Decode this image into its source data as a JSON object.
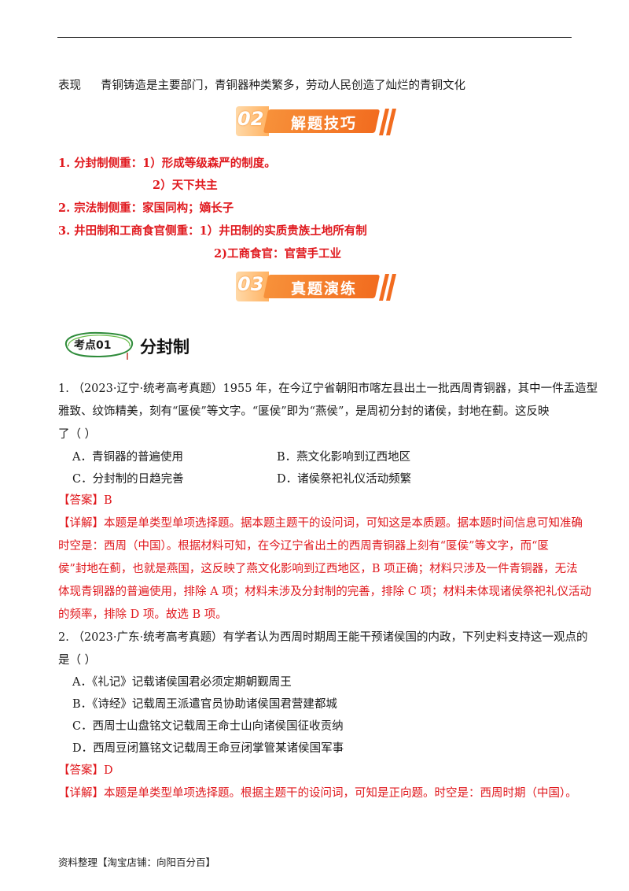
{
  "table_row": {
    "label": "表现",
    "text": "青铜铸造是主要部门，青铜器种类繁多，劳动人民创造了灿烂的青铜文化"
  },
  "banners": [
    {
      "num": "02",
      "title": "解题技巧"
    },
    {
      "num": "03",
      "title": "真题演练"
    }
  ],
  "tips": [
    "1.  分封制侧重：1）形成等级森严的制度。",
    "2）天下共主",
    "2.  宗法制侧重：家国同构；嫡长子",
    "3.  井田制和工商食官侧重：1）井田制的实质贵族土地所有制",
    "2)工商食官：官营手工业"
  ],
  "kaodian": {
    "badge": "考点01",
    "title": "分封制"
  },
  "q1": {
    "lines": [
      "1.  （2023·辽宁·统考高考真题）1955 年，在今辽宁省朝阳市喀左县出土一批西周青铜器，其中一件盂造型",
      "雅致、纹饰精美，刻有“匽侯”等文字。“匽侯”即为“燕侯”，是周初分封的诸侯，封地在蓟。这反映",
      "了（    ）"
    ],
    "options": [
      "A．青铜器的普遍使用",
      "B．燕文化影响到辽西地区",
      "C．分封制的日趋完善",
      "D．诸侯祭祀礼仪活动频繁"
    ],
    "answer": "【答案】B",
    "analysis": [
      "【详解】本题是单类型单项选择题。据本题主题干的设问词，可知这是本质题。据本题时间信息可知准确",
      "时空是：西周（中国）。根据材料可知，在今辽宁省出土的西周青铜器上刻有“匽侯”等文字，而“匽",
      "侯”封地在蓟，也就是燕国，这反映了燕文化影响到辽西地区，B 项正确；材料只涉及一件青铜器，无法",
      "体现青铜器的普遍使用，排除 A 项；材料未涉及分封制的完善，排除 C 项；材料未体现诸侯祭祀礼仪活动",
      "的频率，排除 D 项。故选 B 项。"
    ]
  },
  "q2": {
    "lines": [
      "2.  （2023·广东·统考高考真题）有学者认为西周时期周王能干预诸侯国的内政，下列史料支持这一观点的",
      "是（    ）"
    ],
    "options": [
      "A．《礼记》记载诸侯国君必须定期朝觐周王",
      "B．《诗经》记载周王派遣官员协助诸侯国君营建都城",
      "C．西周士山盘铭文记载周王命士山向诸侯国征收贡纳",
      "D．西周豆闭簋铭文记载周王命豆闭掌管某诸侯国军事"
    ],
    "answer": "【答案】D",
    "analysis": [
      "【详解】本题是单类型单项选择题。根据主题干的设问词，可知是正向题。时空是：西周时期（中国）。"
    ]
  },
  "footer": "资料整理【淘宝店铺：向阳百分百】",
  "colors": {
    "red": "#e0191e",
    "orange": "#f26c1f",
    "badge_green": "#2e8b3a"
  }
}
